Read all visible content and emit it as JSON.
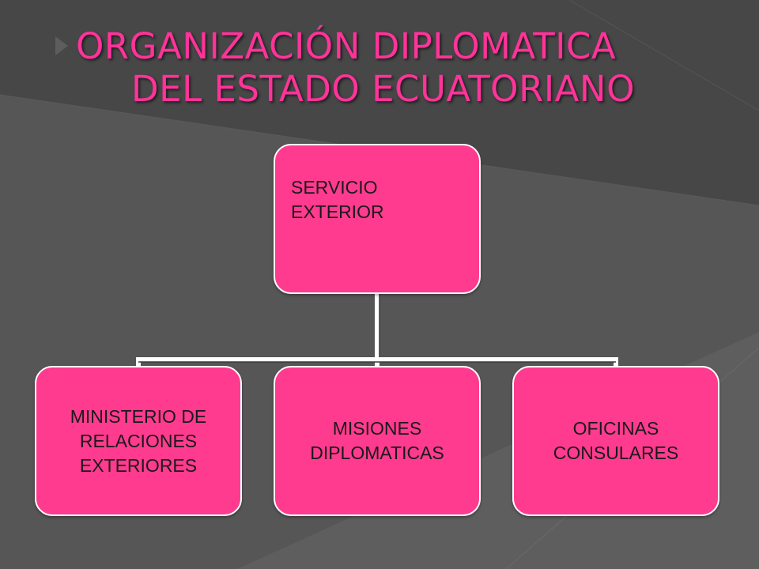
{
  "slide": {
    "title_line1": "ORGANIZACIÓN DIPLOMATICA",
    "title_line2": "DEL ESTADO ECUATORIANO",
    "accent_color": "#ff3399",
    "node_color": "#ff3b8f",
    "background_color": "#4a4a4a"
  },
  "org_chart": {
    "root": {
      "label": "SERVICIO\n EXTERIOR"
    },
    "children": [
      {
        "label": "MINISTERIO DE\nRELACIONES\nEXTERIORES"
      },
      {
        "label": "MISIONES\nDIPLOMATICAS"
      },
      {
        "label": "OFICINAS\nCONSULARES"
      }
    ]
  }
}
